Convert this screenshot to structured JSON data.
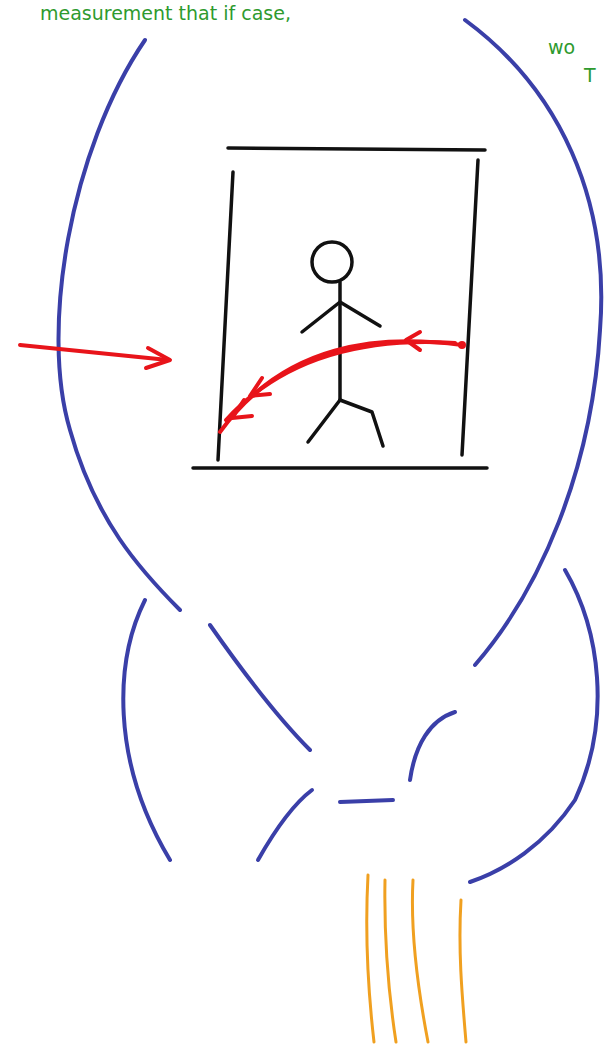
{
  "diagram": {
    "labels": [
      "measurement that if case,",
      "wo",
      "T"
    ]
  }
}
